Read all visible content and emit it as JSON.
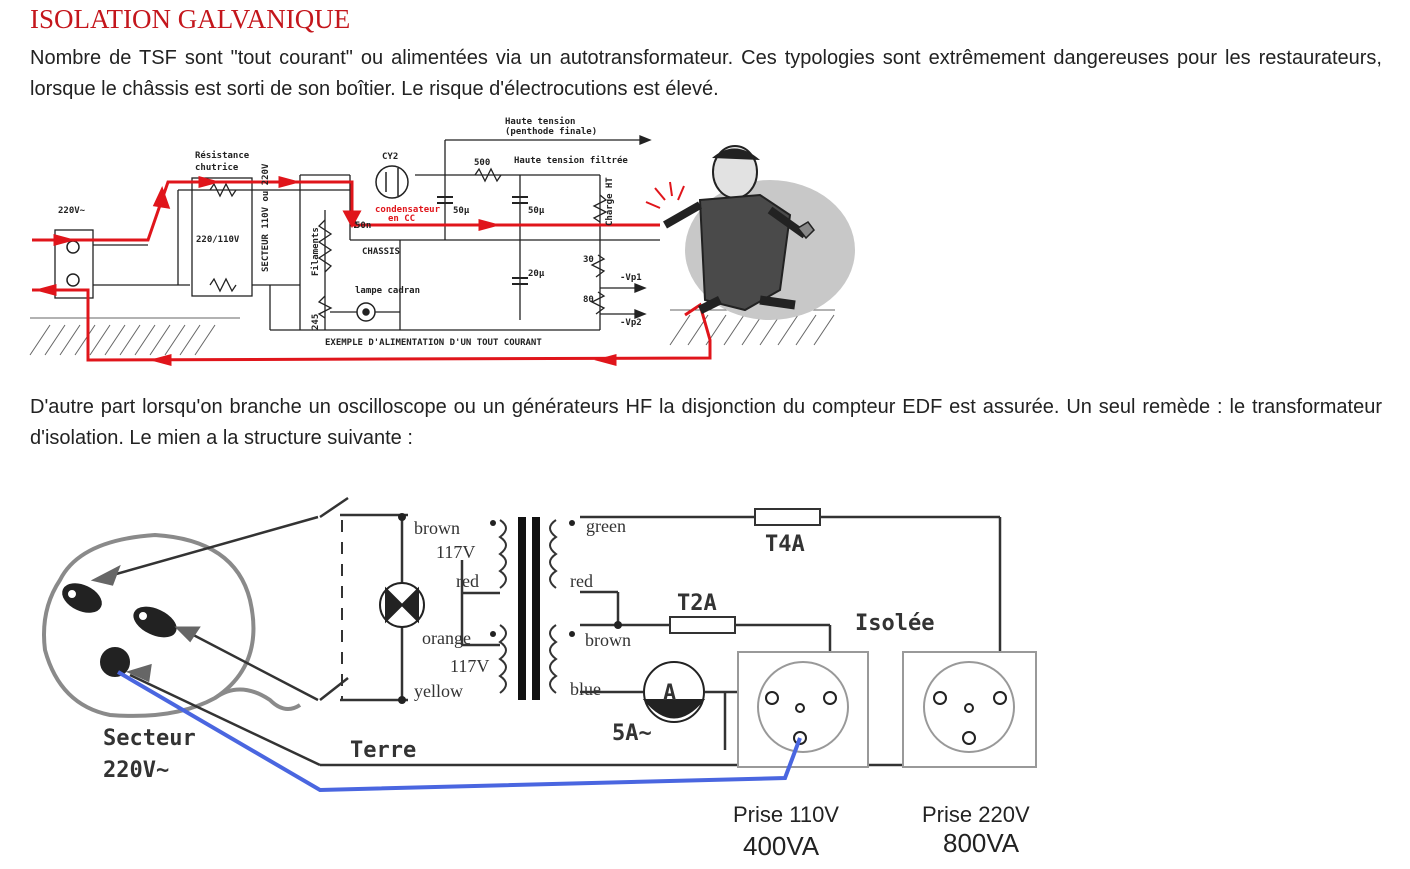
{
  "page": {
    "title": "ISOLATION GALVANIQUE",
    "paragraph1": "Nombre de TSF sont \"tout courant\" ou alimentées via un autotransformateur. Ces typologies sont extrêmement dangereuses pour les restaurateurs, lorsque le châssis est sorti de son boîtier. Le risque d'électrocutions est élevé.",
    "paragraph2": "D'autre part lorsqu'on branche un oscilloscope ou un générateurs HF la disjonction du compteur EDF est assurée. Un seul remède : le transformateur d'isolation. Le mien a la structure suivante :"
  },
  "figure1": {
    "haute_tension": "Haute tension",
    "penthode_finale": "(penthode finale)",
    "resistance": "Résistance",
    "chutrice": "chutrice",
    "cy2": "CY2",
    "r500": "500",
    "haute_tension_filtree": "Haute tension filtrée",
    "v220": "220V~",
    "c50n": "50n",
    "condensateur": "condensateur",
    "en_cc": "en CC",
    "c50u_a": "50µ",
    "c50u_b": "50µ",
    "r220_110": "220/110V",
    "secteur_vert": "SECTEUR 110V ou 220V",
    "filaments": "Filaments",
    "charge_ht": "Charge HT",
    "chassis": "CHASSIS",
    "c20u": "20µ",
    "r30": "30",
    "vp1": "-Vp1",
    "r80": "80",
    "vp2": "-Vp2",
    "lampe_cadran": "lampe cadran",
    "r245": "245",
    "exemple": "EXEMPLE D'ALIMENTATION D'UN TOUT COURANT"
  },
  "figure2": {
    "brown_primary": "brown",
    "v117_top": "117V",
    "red_primary": "red",
    "orange": "orange",
    "v117_bottom": "117V",
    "yellow": "yellow",
    "green": "green",
    "red_secondary": "red",
    "brown_secondary": "brown",
    "blue": "blue",
    "t4a": "T4A",
    "t2a": "T2A",
    "isolee": "Isolée",
    "ammeter": "A",
    "a5": "5A~",
    "secteur": "Secteur",
    "v220": "220V~",
    "terre": "Terre",
    "prise110": "Prise 110V",
    "va400": "400VA",
    "prise220": "Prise 220V",
    "va800": "800VA"
  },
  "colors": {
    "title": "#c4161c",
    "danger_path": "#e0151b",
    "earth_wire": "#4a66e0",
    "wire": "#2a2a2a"
  }
}
